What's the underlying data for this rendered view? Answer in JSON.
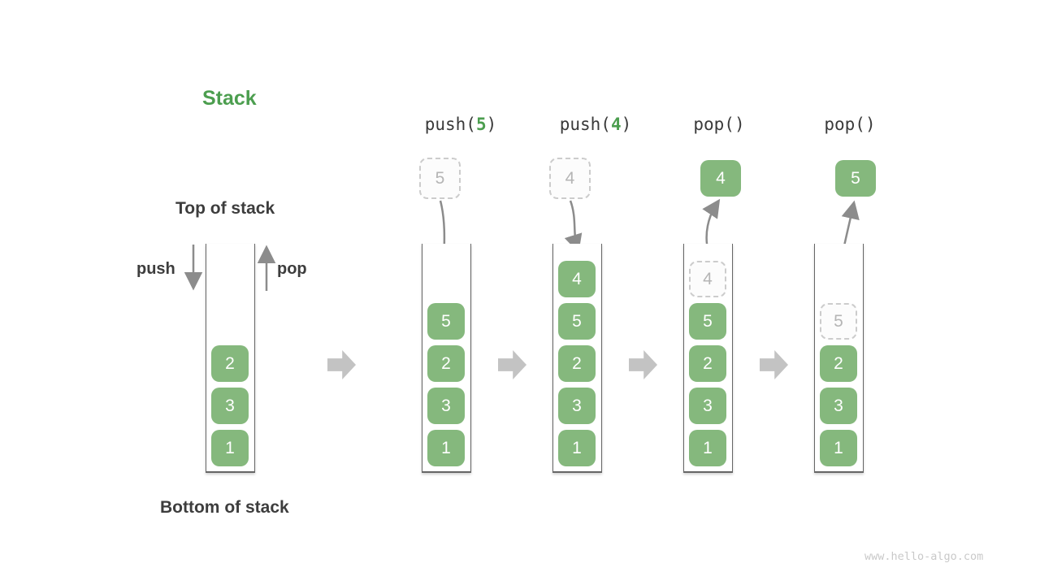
{
  "page": {
    "title": "Stack",
    "top_label": "Top of stack",
    "bottom_label": "Bottom of stack",
    "push_label": "push",
    "pop_label": "pop",
    "watermark": "www.hello-algo.com"
  },
  "colors": {
    "block_green": "#85b87d",
    "title_green": "#4c9e4f",
    "label_dark": "#3d3d3d",
    "container_wall": "#666666",
    "ghost_border": "#cccccc",
    "ghost_text": "#b5b5b5",
    "curved_arrow": "#8c8c8c",
    "flow_arrow": "#c3c3c3",
    "watermark_gray": "#c9c9c9"
  },
  "initial_stack": [
    "2",
    "3",
    "1"
  ],
  "operations": [
    {
      "label": {
        "pre": "push(",
        "arg": "5",
        "post": ")"
      },
      "floating": {
        "value": "5",
        "style": "dashed"
      },
      "stack": [
        "5",
        "2",
        "3",
        "1"
      ]
    },
    {
      "label": {
        "pre": "push(",
        "arg": "4",
        "post": ")"
      },
      "floating": {
        "value": "4",
        "style": "dashed"
      },
      "stack": [
        "4",
        "5",
        "2",
        "3",
        "1"
      ]
    },
    {
      "label": {
        "pre": "pop(",
        "arg": "",
        "post": ")"
      },
      "floating": {
        "value": "4",
        "style": "solid"
      },
      "stack": [
        "4",
        "5",
        "2",
        "3",
        "1"
      ],
      "ghost_slot": 0
    },
    {
      "label": {
        "pre": "pop(",
        "arg": "",
        "post": ")"
      },
      "floating": {
        "value": "5",
        "style": "solid"
      },
      "stack": [
        "5",
        "2",
        "3",
        "1"
      ],
      "ghost_slot": 0
    }
  ]
}
